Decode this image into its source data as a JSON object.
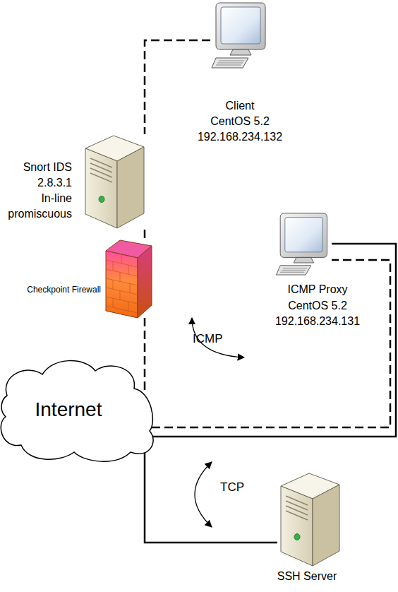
{
  "diagram": {
    "nodes": [
      {
        "text": [
          "Client",
          "CentOS 5.2",
          "192.168.234.132"
        ]
      },
      {
        "text": [
          "Snort IDS",
          "2.8.3.1",
          "In-line",
          "promiscuous"
        ]
      },
      {
        "text": [
          "Checkpoint Firewall"
        ]
      },
      {
        "text": [
          "ICMP Proxy",
          "CentOS 5.2",
          "192.168.234.131"
        ]
      },
      {
        "text": [
          "Internet"
        ]
      },
      {
        "text": [
          "SSH Server"
        ]
      }
    ],
    "edges": [
      {
        "from": 0,
        "to": 1,
        "arrow": "none"
      },
      {
        "from": 1,
        "to": 2,
        "arrow": "none"
      },
      {
        "from": 2,
        "to": 4,
        "arrow": "none"
      },
      {
        "from": 4,
        "to": 3,
        "arrow": "none"
      },
      {
        "from": 3,
        "to": 4,
        "arrow": "none"
      },
      {
        "from": 4,
        "to": 5,
        "arrow": "none"
      }
    ],
    "labels": [
      "ICMP",
      "TCP"
    ]
  }
}
